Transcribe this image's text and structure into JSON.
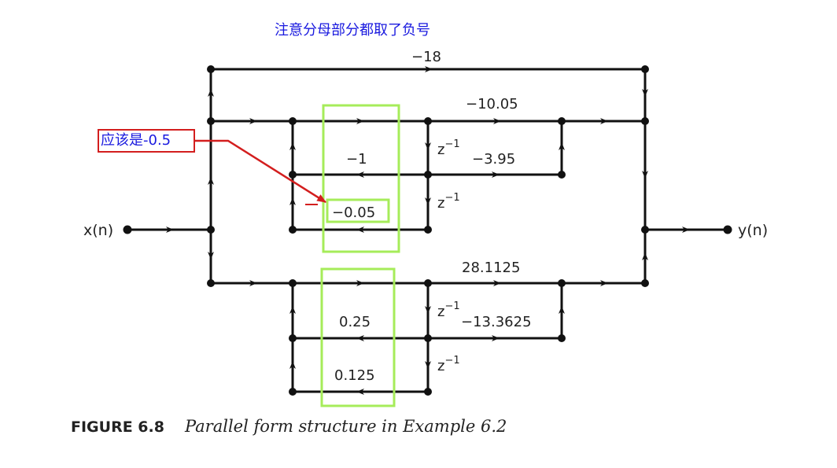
{
  "annotations": {
    "top_note": "注意分母部分都取了负号",
    "correction": "应该是-0.5"
  },
  "diagram": {
    "input_label": "x(n)",
    "output_label": "y(n)",
    "direct_gain": "−18",
    "section1": {
      "feedforward_0": "−10.05",
      "feedback_1": "−1",
      "feedforward_1": "−3.95",
      "feedback_2": "−0.05",
      "delay_1": "z",
      "delay_2": "z",
      "delay_exp": "−1"
    },
    "section2": {
      "feedforward_0": "28.1125",
      "feedback_1": "0.25",
      "feedforward_1": "−13.3625",
      "feedback_2": "0.125",
      "delay_1": "z",
      "delay_2": "z",
      "delay_exp": "−1"
    }
  },
  "caption": {
    "figure_label": "FIGURE 6.8",
    "text": "Parallel form structure in Example 6.2"
  },
  "colors": {
    "line": "#111111",
    "annotation_text": "#1a1adf",
    "annotation_box": "#d31e1e",
    "highlight_box": "#a6ec5a"
  }
}
